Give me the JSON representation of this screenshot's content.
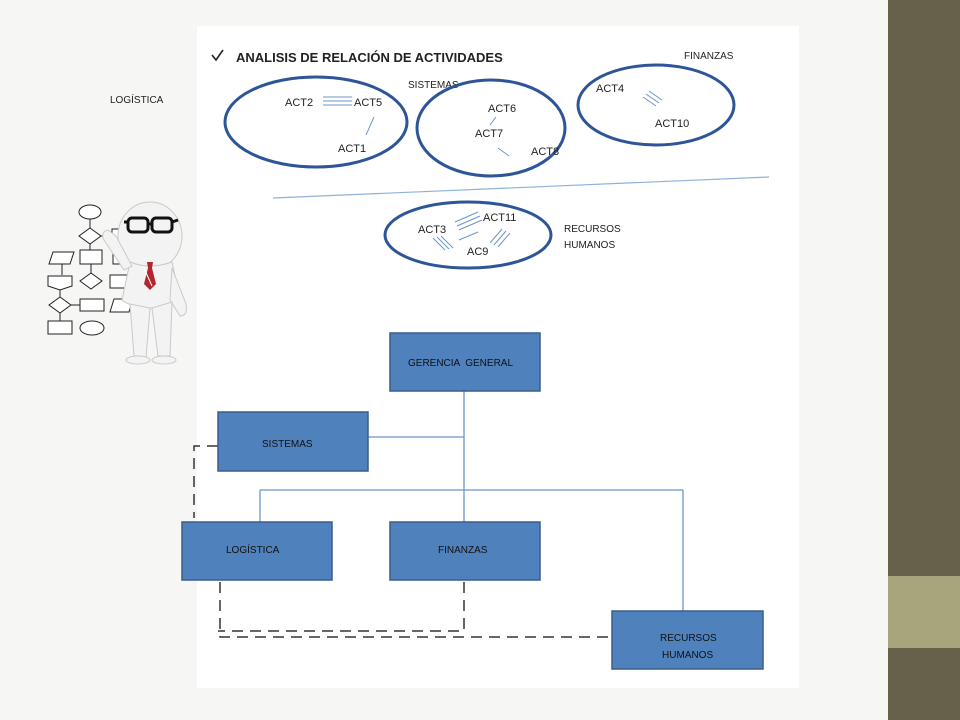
{
  "slide": {
    "title": "ANALISIS DE RELACIÓN DE ACTIVIDADES",
    "check_icon": "check-mark-icon",
    "colors": {
      "box_fill": "#4f81bd",
      "box_stroke": "#385d8a",
      "ellipse_stroke": "#2e5597",
      "sidebar": "#67604a",
      "sidebar_accent": "#a8a47c",
      "connector": "#6b95c9"
    }
  },
  "relation_groups": {
    "logistica": {
      "label": "LOGÍSTICA",
      "activities": [
        "ACT2",
        "ACT5",
        "ACT1"
      ]
    },
    "sistemas": {
      "label": "SISTEMAS",
      "activities": [
        "ACT6",
        "ACT7",
        "ACT8"
      ]
    },
    "finanzas": {
      "label": "FINANZAS",
      "activities": [
        "ACT4",
        "ACT10"
      ]
    },
    "rrhh": {
      "label_line1": "RECURSOS",
      "label_line2": "HUMANOS",
      "activities": [
        "ACT11",
        "ACT3",
        "AC9"
      ]
    }
  },
  "clipart": {
    "icon": "flowchart-presenter-illustration"
  },
  "org_chart": {
    "gerencia": "GERENCIA  GENERAL",
    "sistemas": "SISTEMAS",
    "logistica": "LOGÍSTICA",
    "finanzas": "FINANZAS",
    "rrhh_line1": "RECURSOS",
    "rrhh_line2": "HUMANOS"
  }
}
